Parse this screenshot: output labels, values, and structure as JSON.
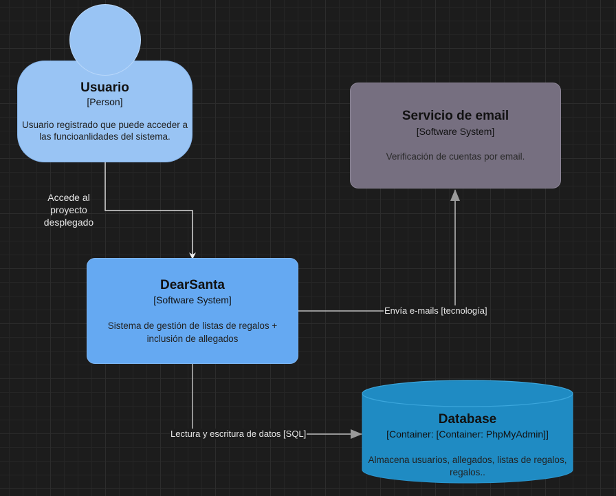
{
  "usuario": {
    "title": "Usuario",
    "type": "[Person]",
    "desc_line1": "Usuario registrado que puede acceder a",
    "desc_line2": "las funcioanlidades del sistema."
  },
  "email": {
    "title": "Servicio de email",
    "type": "[Software System]",
    "desc": "Verificación de cuentas por email."
  },
  "dearsanta": {
    "title": "DearSanta",
    "type": "[Software System]",
    "desc_line1": "Sistema de gestión de listas de regalos +",
    "desc_line2": "inclusión de allegados"
  },
  "database": {
    "title": "Database",
    "type": "[Container: [Container: PhpMyAdmin]]",
    "desc_line1": "Almacena usuarios, allegados, listas de regalos,",
    "desc_line2": "regalos.."
  },
  "edges": {
    "accede_line1": "Accede al",
    "accede_line2": "proyecto",
    "accede_line3": "desplegado",
    "envia": "Envía e-mails [tecnología]",
    "lectura": "Lectura y escritura de datos [SQL]"
  },
  "colors": {
    "person": "#99c4f4",
    "person_border": "#85b3e8",
    "external_system": "#766f80",
    "system": "#65a9f2",
    "database": "#1f8bc3",
    "connector": "#bdbdbd"
  }
}
